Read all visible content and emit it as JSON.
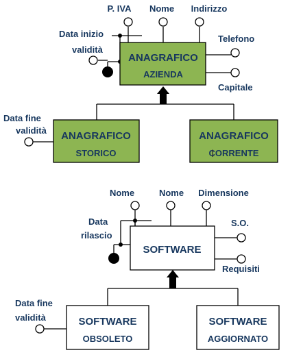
{
  "top": {
    "parent_entity": [
      "ANAGRAFICO",
      "AZIENDA"
    ],
    "attributes": {
      "piva": "P. IVA",
      "nome": "Nome",
      "indirizzo": "Indirizzo",
      "telefono": "Telefono",
      "capitale": "Capitale",
      "data_inizio_1": "Data inizio",
      "data_inizio_2": "validità"
    },
    "child_left": [
      "ANAGRAFICO",
      "STORICO"
    ],
    "child_right": [
      "ANAGRAFICO",
      "CORRENTE"
    ],
    "data_fine_1": "Data fine",
    "data_fine_2": "validità"
  },
  "bottom": {
    "parent_entity": "SOFTWARE",
    "attributes": {
      "nome1": "Nome",
      "nome2": "Nome",
      "dimensione": "Dimensione",
      "so": "S.O.",
      "requisiti": "Requisiti",
      "data_rilascio_1": "Data",
      "data_rilascio_2": "rilascio"
    },
    "child_left": [
      "SOFTWARE",
      "OBSOLETO"
    ],
    "child_right": [
      "SOFTWARE",
      "AGGIORNATO"
    ],
    "data_fine_1": "Data fine",
    "data_fine_2": "validità"
  }
}
